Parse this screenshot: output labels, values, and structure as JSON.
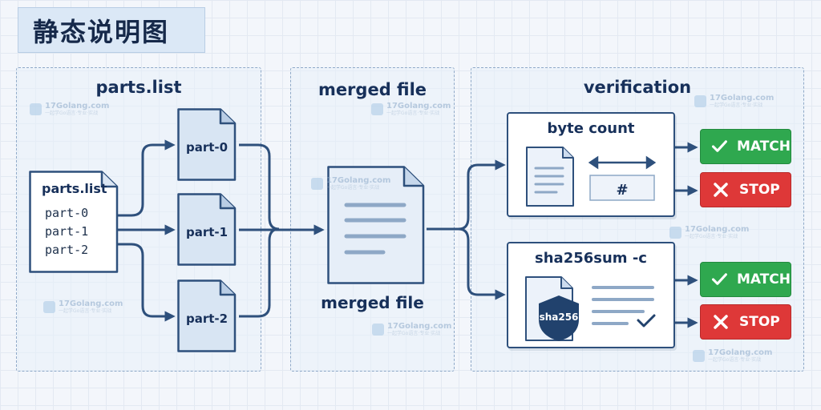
{
  "header": {
    "title": "静态说明图"
  },
  "panels": {
    "parts": {
      "title": "parts.list"
    },
    "merged": {
      "title": "merged file"
    },
    "verification": {
      "title": "verification"
    }
  },
  "parts_list_doc": {
    "title": "parts.list",
    "lines": [
      "part-0",
      "part-1",
      "part-2"
    ]
  },
  "part_docs": [
    "part-0",
    "part-1",
    "part-2"
  ],
  "merged_doc": {
    "label": "merged file"
  },
  "byte_count": {
    "title": "byte count",
    "hash_symbol": "#"
  },
  "sha256": {
    "title": "sha256sum -c",
    "shield_text": "sha256"
  },
  "results": {
    "match_label": "MATCH",
    "stop_label": "STOP"
  },
  "watermark": {
    "text": "17Golang.com",
    "subtext": "一起学Go语言·专业·实战"
  },
  "colors": {
    "accent": "#2e507c",
    "match": "#2fa84f",
    "stop": "#de3838",
    "shield": "#21426d"
  }
}
